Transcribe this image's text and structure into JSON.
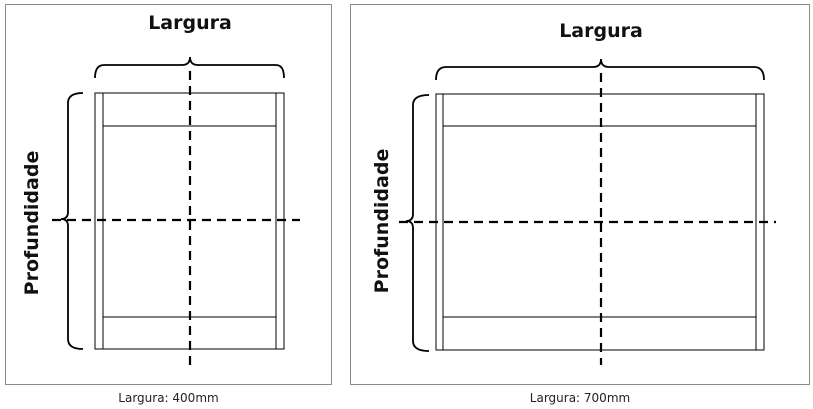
{
  "diagrams": [
    {
      "width_label": "Largura",
      "depth_label": "Profundidade",
      "caption": "Largura: 400mm"
    },
    {
      "width_label": "Largura",
      "depth_label": "Profundidade",
      "caption": "Largura: 700mm"
    }
  ]
}
